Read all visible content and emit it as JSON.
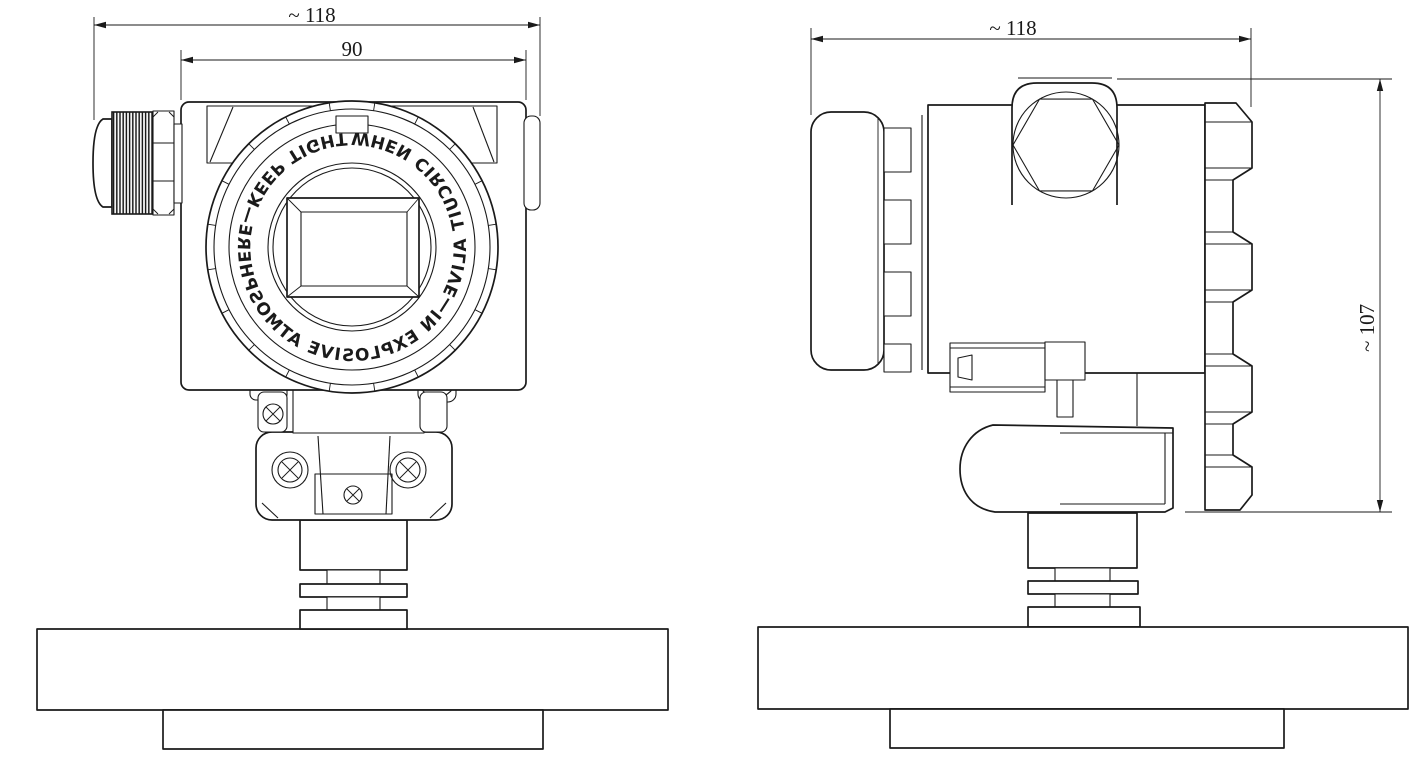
{
  "drawing": {
    "background_color": "#ffffff",
    "line_color": "#1a1a1a",
    "dimensions": {
      "front_overall_width": "~ 118",
      "front_body_width": "90",
      "side_overall_width": "~ 118",
      "side_height": "~ 107"
    },
    "bezel": {
      "warning_text": "KEEP TIGHT WHEN CIRCUIT ALIVE—IN EXPLOSIVE ATMOSPHERE—",
      "ring_text_layout": "WHEN CIRCUIT ALIVE—IN EXPLOSIVE ATMOSPHERE—KEEP TIGHT "
    }
  }
}
